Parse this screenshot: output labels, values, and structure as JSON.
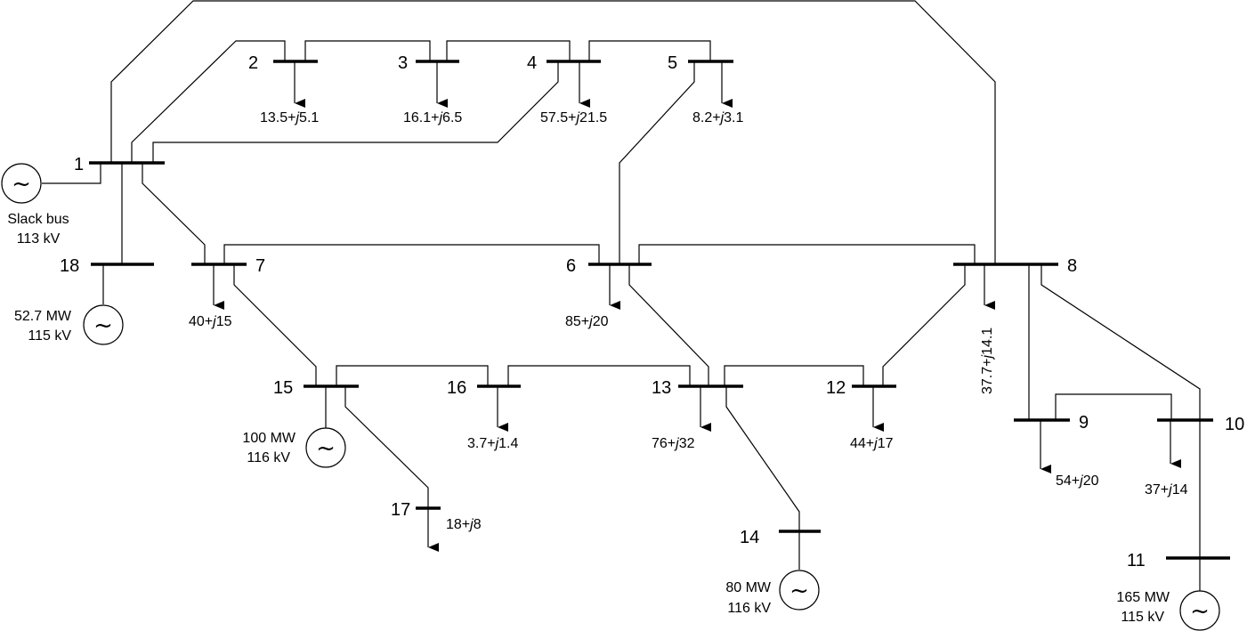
{
  "buses": [
    {
      "id": "1",
      "label": "1"
    },
    {
      "id": "2",
      "label": "2"
    },
    {
      "id": "3",
      "label": "3"
    },
    {
      "id": "4",
      "label": "4"
    },
    {
      "id": "5",
      "label": "5"
    },
    {
      "id": "6",
      "label": "6"
    },
    {
      "id": "7",
      "label": "7"
    },
    {
      "id": "8",
      "label": "8"
    },
    {
      "id": "9",
      "label": "9"
    },
    {
      "id": "10",
      "label": "10"
    },
    {
      "id": "11",
      "label": "11"
    },
    {
      "id": "12",
      "label": "12"
    },
    {
      "id": "13",
      "label": "13"
    },
    {
      "id": "14",
      "label": "14"
    },
    {
      "id": "15",
      "label": "15"
    },
    {
      "id": "16",
      "label": "16"
    },
    {
      "id": "17",
      "label": "17"
    },
    {
      "id": "18",
      "label": "18"
    }
  ],
  "loads": [
    {
      "bus": "2",
      "re": "13.5+",
      "j": "j",
      "im": "5.1"
    },
    {
      "bus": "3",
      "re": "16.1+",
      "j": "j",
      "im": "6.5"
    },
    {
      "bus": "4",
      "re": "57.5+",
      "j": "j",
      "im": "21.5"
    },
    {
      "bus": "5",
      "re": "8.2+",
      "j": "j",
      "im": "3.1"
    },
    {
      "bus": "7",
      "re": "40+",
      "j": "j",
      "im": "15"
    },
    {
      "bus": "6",
      "re": "85+",
      "j": "j",
      "im": "20"
    },
    {
      "bus": "8",
      "re": "37.7+",
      "j": "j",
      "im": "14.1"
    },
    {
      "bus": "16",
      "re": "3.7+",
      "j": "j",
      "im": "1.4"
    },
    {
      "bus": "13",
      "re": "76+",
      "j": "j",
      "im": "32"
    },
    {
      "bus": "12",
      "re": "44+",
      "j": "j",
      "im": "17"
    },
    {
      "bus": "9",
      "re": "54+",
      "j": "j",
      "im": "20"
    },
    {
      "bus": "10",
      "re": "37+",
      "j": "j",
      "im": "14"
    },
    {
      "bus": "17",
      "re": "18+",
      "j": "j",
      "im": "8"
    }
  ],
  "generators": [
    {
      "bus": "1",
      "line1": "Slack bus",
      "line2": "113 kV"
    },
    {
      "bus": "18",
      "line1": "52.7 MW",
      "line2": "115 kV"
    },
    {
      "bus": "15",
      "line1": "100 MW",
      "line2": "116 kV"
    },
    {
      "bus": "14",
      "line1": "80 MW",
      "line2": "116 kV"
    },
    {
      "bus": "11",
      "line1": "165 MW",
      "line2": "115 kV"
    }
  ],
  "generator_symbol": "~"
}
